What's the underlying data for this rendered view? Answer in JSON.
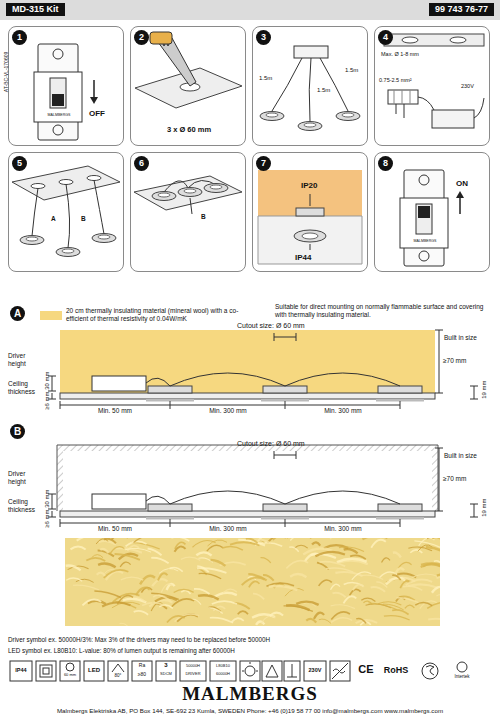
{
  "diagram": {
    "nodes": [
      {
        "text": [
          "MD-315 Kit",
          "99 743 76-77"
        ]
      },
      {
        "text": [
          "1",
          "OFF",
          "MALMBERGS"
        ]
      },
      {
        "text": [
          "2",
          "3 x Ø 60 mm"
        ]
      },
      {
        "text": [
          "3",
          "1.5m",
          "1.5m",
          "1.5m"
        ]
      },
      {
        "text": [
          "4",
          "Max. Ø 1-8 mm",
          "0.75-2.5 mm²",
          "230V"
        ]
      },
      {
        "text": [
          "5",
          "A",
          "B"
        ]
      },
      {
        "text": [
          "6",
          "B"
        ]
      },
      {
        "text": [
          "7",
          "IP20",
          "IP44"
        ]
      },
      {
        "text": [
          "8",
          "ON",
          "MALMBERGS"
        ]
      },
      {
        "text": [
          "A"
        ]
      },
      {
        "text": [
          "B"
        ]
      }
    ],
    "labels": [
      "AT-BC-VL-170609",
      "Suitable for direct mounting on normally flammable surface and covering with thermally insulating material.",
      "Cutout size: Ø 60 mm",
      "Driver height",
      "Ceiling thickness",
      "30 mm",
      "≥6 mm",
      "Built in size",
      "≥70 mm",
      "19 mm",
      "Min. 50 mm",
      "Min. 300 mm",
      "Min. 300 mm",
      "Cutout size: Ø 60 mm",
      "Driver height",
      "Ceiling thickness",
      "30 mm",
      "≥6 mm",
      "Built in size",
      "≥70 mm",
      "19 mm",
      "Min. 50 mm",
      "Min. 300 mm",
      "Min. 300 mm",
      "Driver symbol ex. 50000H/3%: Max 3% of the drivers may need to be replaced before 50000H",
      "LED symbol ex. L80B10: L-value: 80% of lumen output is remaining after 60000H",
      "IP44",
      "60 mm",
      "LED",
      "80°",
      "Ra",
      "≥80",
      "3",
      "SDCM",
      "50000H",
      "DRIVER",
      "L80B10",
      "60000H",
      "230V",
      "CE",
      "RoHS",
      "Intertek",
      "MALMBERGS",
      "Malmbergs Elektriska AB, PO Box 144, SE-692 23 Kumla, SWEDEN    Phone: +46 (0)19 58 77 00    info@malmbergs.com    www.malmbergs.com"
    ],
    "legend": [
      {
        "text": "20 cm thermally insulating material (mineral wool) with a co-efficient of thermal resistivity of 0.04W/mK",
        "color": "#f6d880"
      }
    ]
  }
}
